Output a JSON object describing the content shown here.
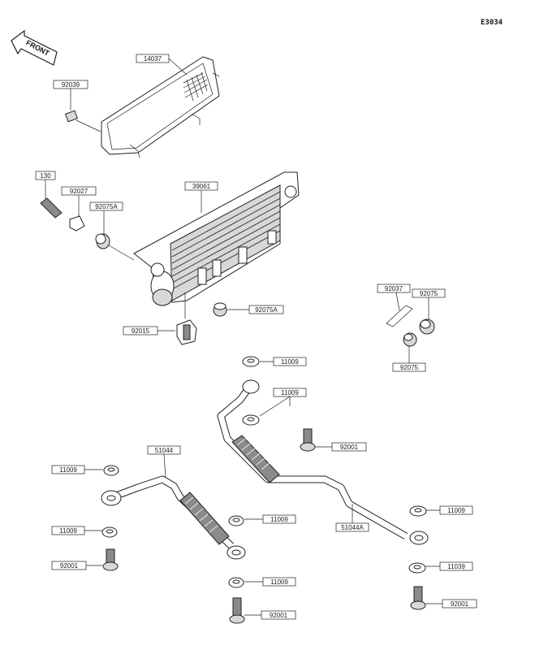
{
  "diagram_code": "E3034",
  "front_label": "FRONT",
  "labels": {
    "p14037": "14037",
    "p92039": "92039",
    "p130": "130",
    "p92027": "92027",
    "p92075A_left": "92075A",
    "p39061": "39061",
    "p92075A_mid": "92075A",
    "p92015": "92015",
    "p92037": "92037",
    "p92075_top": "92075",
    "p92075_bottom": "92075",
    "p11009_a": "11009",
    "p11009_b": "11009",
    "p92001_a": "92001",
    "p51044": "51044",
    "p11009_c": "11009",
    "p11009_d": "11009",
    "p11009_e": "11009",
    "p92001_b": "92001",
    "p11009_f": "11009",
    "p92001_c": "92001",
    "p51044A": "51044A",
    "p11009_g": "11009",
    "p11039": "11039",
    "p92001_d": "92001"
  }
}
